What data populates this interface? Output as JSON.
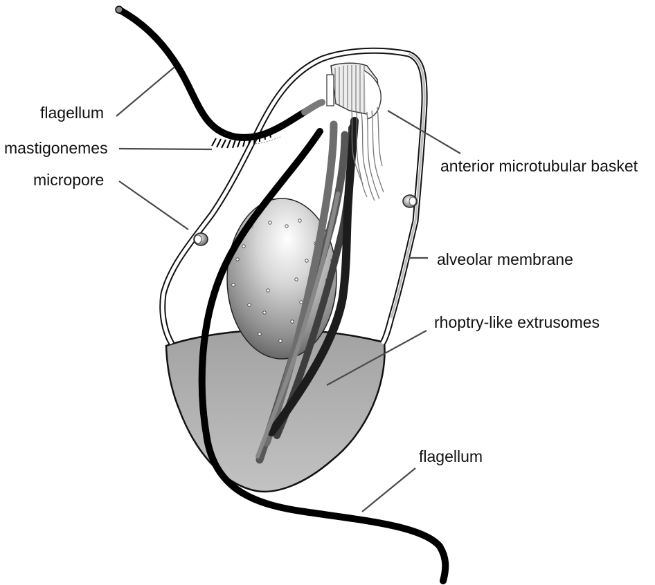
{
  "labels": {
    "flagellum_top": "flagellum",
    "mastigonemes": "mastigonemes",
    "micropore": "micropore",
    "anterior_basket": "anterior microtubular basket",
    "alveolar_membrane": "alveolar membrane",
    "rhoptry_extrusomes": "rhoptry-like extrusomes",
    "flagellum_bottom": "flagellum"
  }
}
